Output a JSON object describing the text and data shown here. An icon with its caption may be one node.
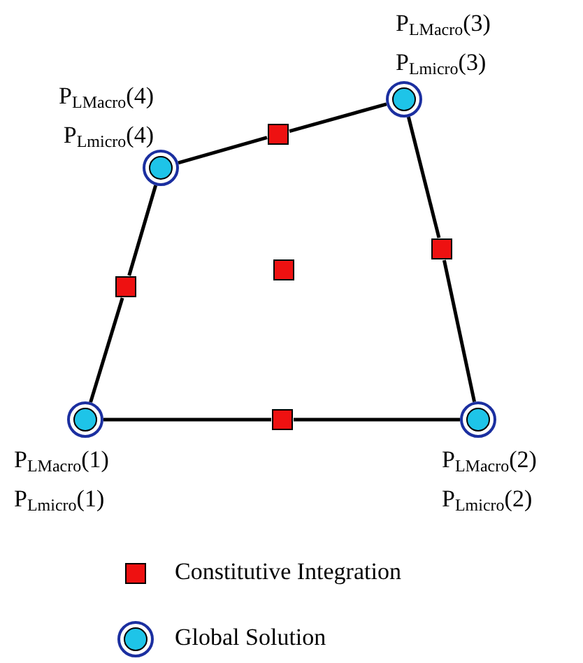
{
  "diagram": {
    "nodes": [
      {
        "text": [],
        "shape": "circle",
        "beside": [
          "P$_{LMacro}$(4)",
          "P$_{Lmicro}$(4)"
        ]
      },
      {
        "text": [],
        "shape": "box"
      },
      {
        "text": [],
        "shape": "circle",
        "beside": [
          "P$_{LMacro}$(3)",
          "P$_{Lmicro}$(3)"
        ]
      },
      {
        "text": [],
        "shape": "box"
      },
      {
        "text": [],
        "shape": "box"
      },
      {
        "text": [],
        "shape": "box"
      },
      {
        "text": [],
        "shape": "circle",
        "beside": [
          "P$_{LMacro}$(1)",
          "P$_{Lmicro}$(1)"
        ]
      },
      {
        "text": [],
        "shape": "box"
      },
      {
        "text": [],
        "shape": "circle",
        "beside": [
          "P$_{LMacro}$(2)",
          "P$_{Lmicro}$(2)"
        ]
      }
    ],
    "edges": [
      {
        "from": 0,
        "to": 1,
        "arrow": "none"
      },
      {
        "from": 1,
        "to": 2,
        "arrow": "none"
      },
      {
        "from": 2,
        "to": 5,
        "arrow": "none"
      },
      {
        "from": 5,
        "to": 8,
        "arrow": "none"
      },
      {
        "from": 8,
        "to": 7,
        "arrow": "none"
      },
      {
        "from": 7,
        "to": 6,
        "arrow": "none"
      },
      {
        "from": 6,
        "to": 3,
        "arrow": "none"
      },
      {
        "from": 3,
        "to": 0,
        "arrow": "none"
      }
    ],
    "legend": [
      {
        "text": "Constitutive Integration"
      },
      {
        "text": "Global Solution"
      }
    ]
  }
}
